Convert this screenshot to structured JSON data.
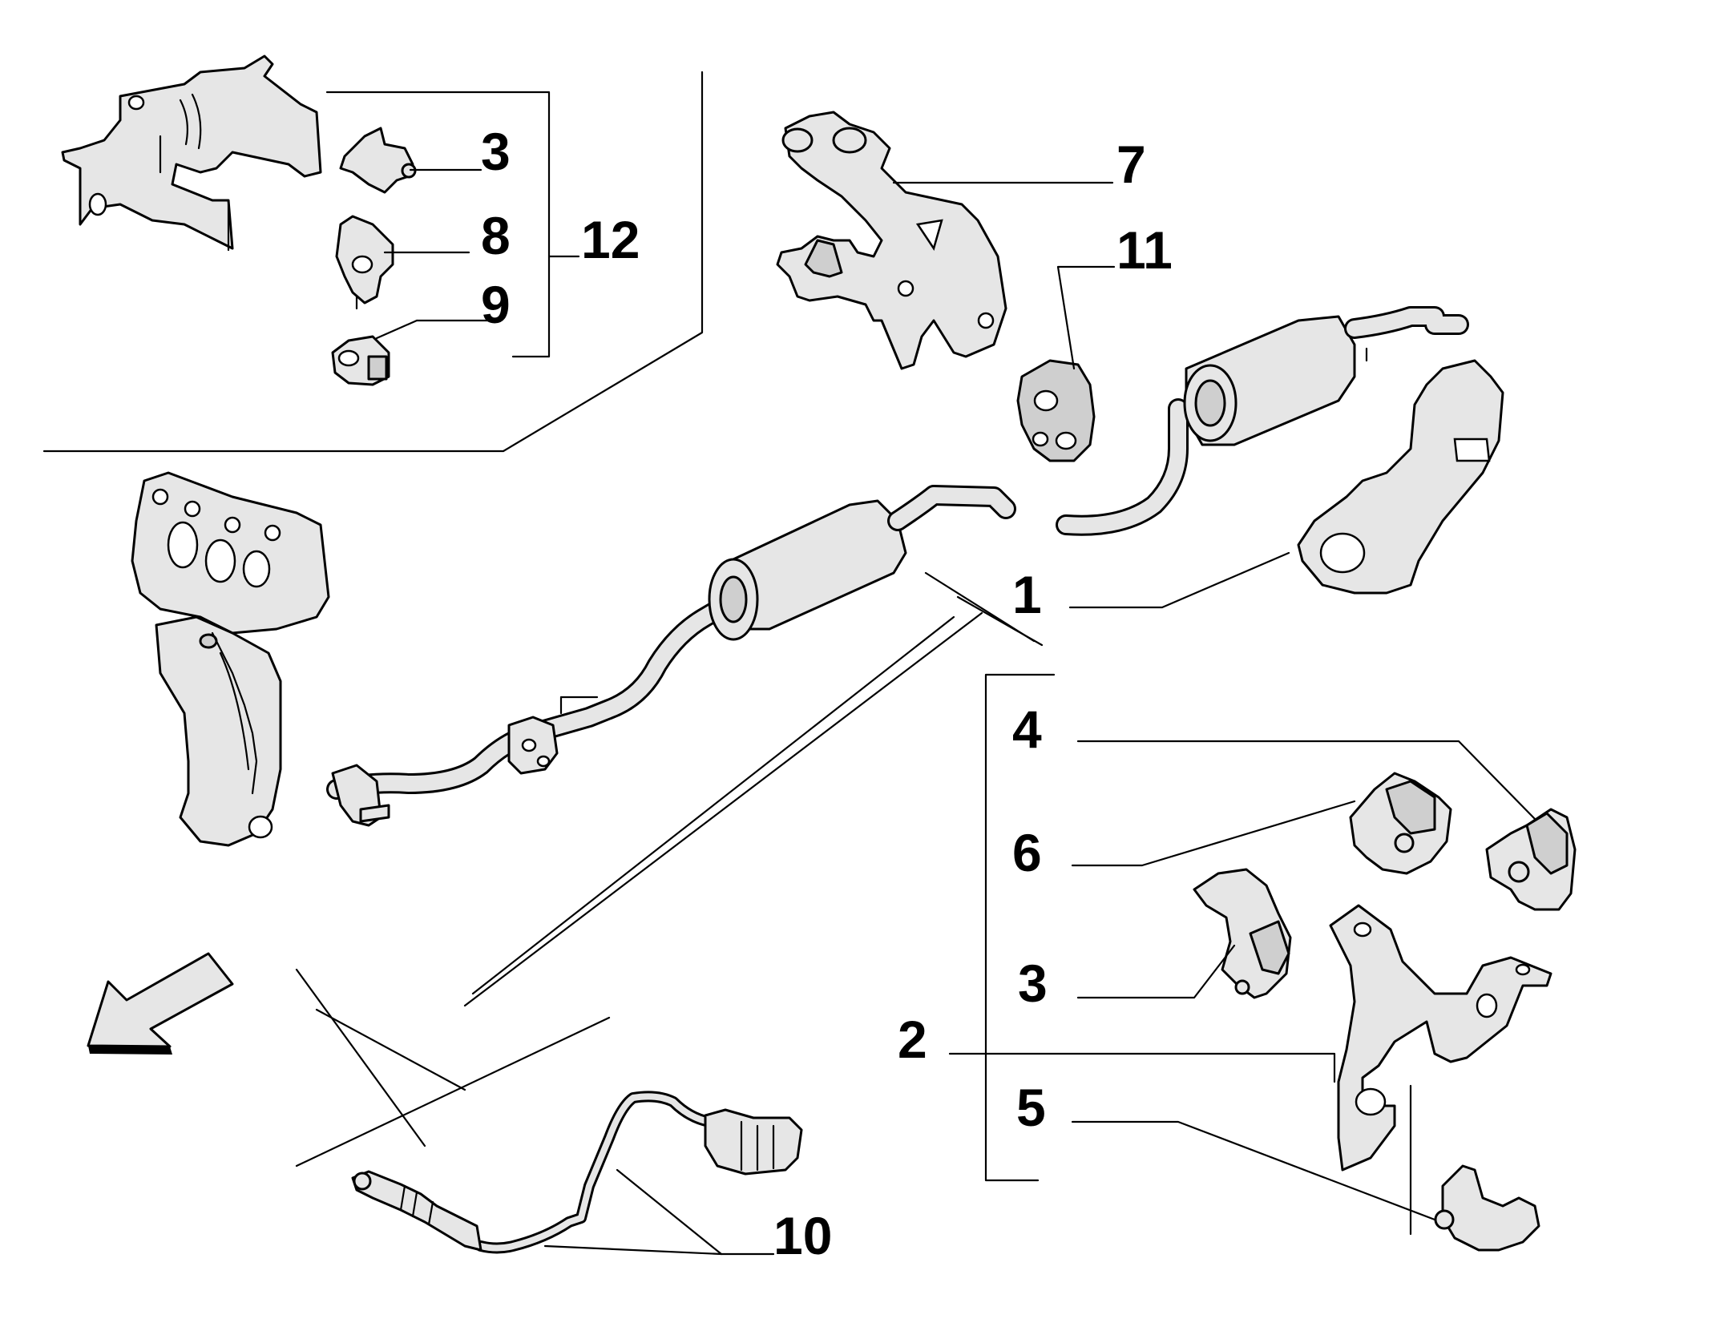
{
  "diagram": {
    "labels": {
      "label_1": "1",
      "label_2": "2",
      "label_3_top": "3",
      "label_3_right": "3",
      "label_4": "4",
      "label_5": "5",
      "label_6": "6",
      "label_7": "7",
      "label_8": "8",
      "label_9": "9",
      "label_10": "10",
      "label_11": "11",
      "label_12": "12"
    },
    "colors": {
      "line": "#000000",
      "part_fill": "#e6e6e6",
      "background": "#ffffff"
    },
    "icons": {
      "direction_arrow": "front-direction-arrow-icon"
    }
  }
}
